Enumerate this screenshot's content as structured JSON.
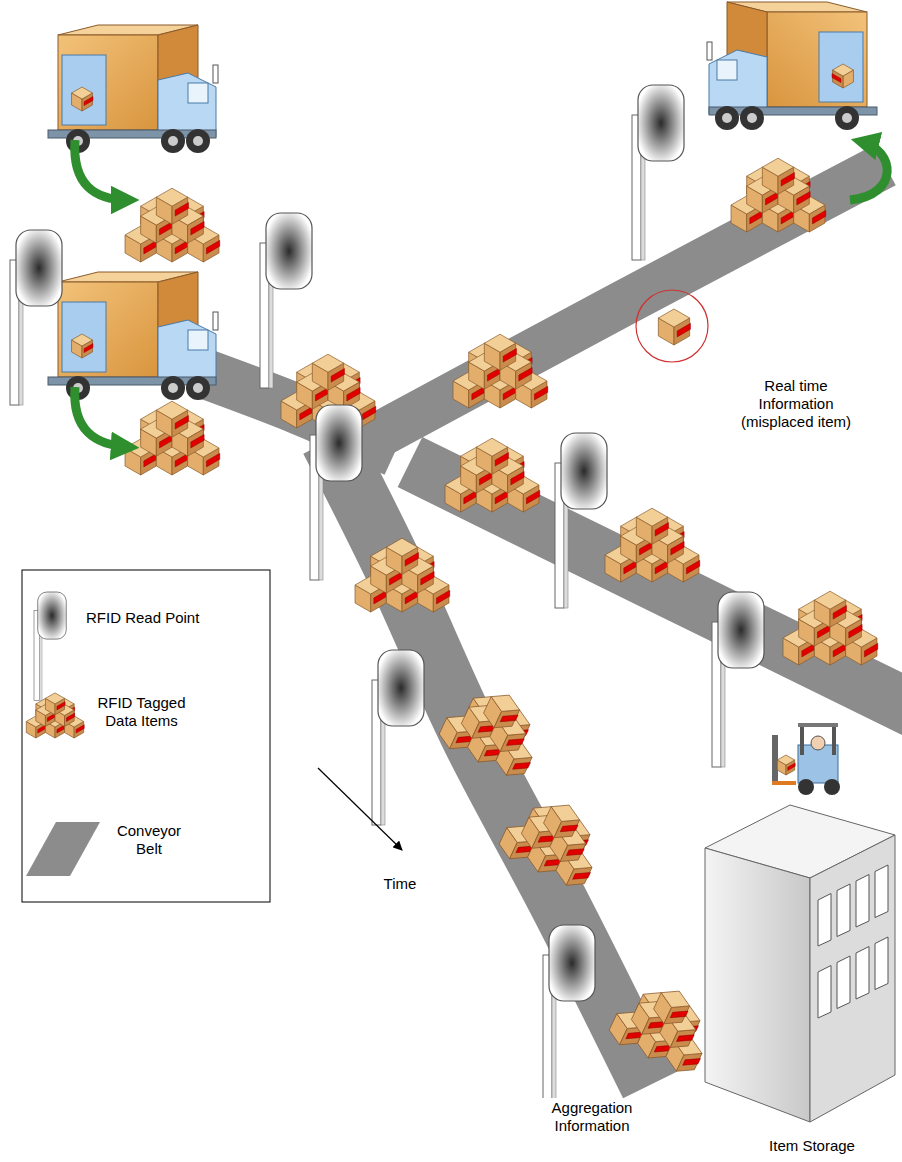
{
  "diagram": {
    "labels": [
      "Real time Information (misplaced item)",
      "Time",
      "Aggregation Information",
      "Item Storage"
    ],
    "legend": [
      {
        "text": "RFID Read Point"
      },
      {
        "text": "RFID Tagged Data Items"
      },
      {
        "text": "Conveyor Belt"
      }
    ]
  }
}
